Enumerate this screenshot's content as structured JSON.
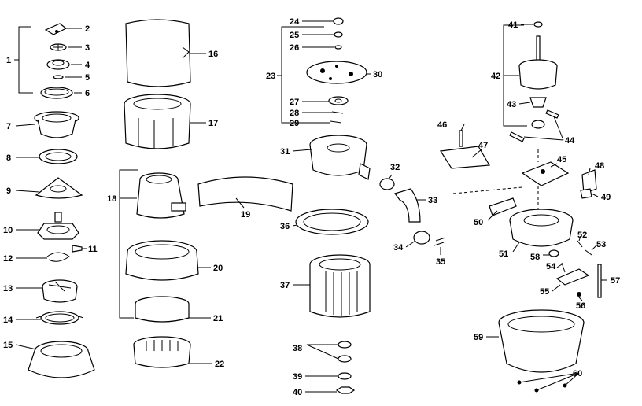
{
  "labels": {
    "l1": "1",
    "l2": "2",
    "l3": "3",
    "l4": "4",
    "l5": "5",
    "l6": "6",
    "l7": "7",
    "l8": "8",
    "l9": "9",
    "l10": "10",
    "l11": "11",
    "l12": "12",
    "l13": "13",
    "l14": "14",
    "l15": "15",
    "l16": "16",
    "l17": "17",
    "l18": "18",
    "l19": "19",
    "l20": "20",
    "l21": "21",
    "l22": "22",
    "l23": "23",
    "l24": "24",
    "l25": "25",
    "l26": "26",
    "l27": "27",
    "l28": "28",
    "l29": "29",
    "l30": "30",
    "l31": "31",
    "l32": "32",
    "l33": "33",
    "l34": "34",
    "l35": "35",
    "l36": "36",
    "l37": "37",
    "l38": "38",
    "l39": "39",
    "l40": "40",
    "l41": "41",
    "l42": "42",
    "l43": "43",
    "l44": "44",
    "l45": "45",
    "l46": "46",
    "l47": "47",
    "l48": "48",
    "l49": "49",
    "l50": "50",
    "l51": "51",
    "l52": "52",
    "l53": "53",
    "l54": "54",
    "l55": "55",
    "l56": "56",
    "l57": "57",
    "l58": "58",
    "l59": "59",
    "l60": "60"
  }
}
